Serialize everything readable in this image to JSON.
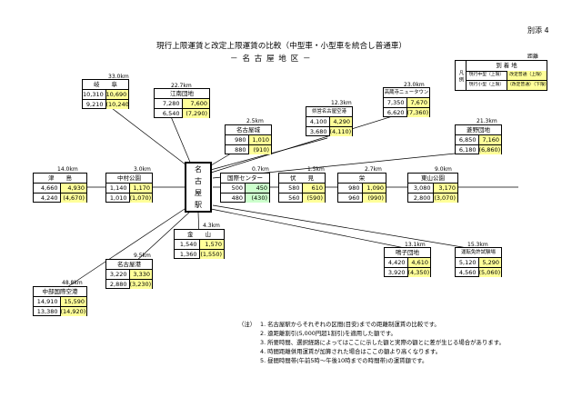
{
  "annex_label": "別添 4",
  "title": "現行上限運賃と改定上限運賃の比較（中型車・小型車を統合し普通車）",
  "subtitle": "－ 名 古 屋 地 区 －",
  "center_station": [
    "名",
    "古",
    "屋",
    "駅"
  ],
  "legend": {
    "distance_label": "距離",
    "side_label": "凡 例",
    "destination": "到 着 地",
    "row1_current": "現行中型（上限）",
    "row1_new": "改定普通（上限）",
    "row2_current": "現行小型（上限）",
    "row2_new": "（改定普通）（下限）"
  },
  "destinations": [
    {
      "id": "gifu",
      "name": "岐　　阜",
      "distance": "33.0km",
      "fares": [
        [
          "10,310",
          "10,690"
        ],
        [
          "9,210",
          "(10,240)"
        ]
      ]
    },
    {
      "id": "konan",
      "name": "江南団地",
      "distance": "22.7km",
      "fares": [
        [
          "7,280",
          "7,600"
        ],
        [
          "6,540",
          "(7,290)"
        ]
      ]
    },
    {
      "id": "nagoya-castle",
      "name": "名古屋城",
      "distance": "2.5km",
      "fares": [
        [
          "980",
          "1,010"
        ],
        [
          "880",
          "(910)"
        ]
      ]
    },
    {
      "id": "prefectural-airport",
      "name": "県営名古屋空港",
      "distance": "12.3km",
      "fares": [
        [
          "4,100",
          "4,290"
        ],
        [
          "3,680",
          "(4,110)"
        ]
      ]
    },
    {
      "id": "kozoji",
      "name": "高蔵寺ニュータウン",
      "distance": "23.0km",
      "fares": [
        [
          "7,350",
          "7,670"
        ],
        [
          "6,620",
          "(7,360)"
        ]
      ]
    },
    {
      "id": "ryokuchi",
      "name": "菱野団地",
      "distance": "21.3km",
      "fares": [
        [
          "6,850",
          "7,160"
        ],
        [
          "6,180",
          "(6,860)"
        ]
      ]
    },
    {
      "id": "tsushima",
      "name": "津　　島",
      "distance": "14.0km",
      "fares": [
        [
          "4,660",
          "4,930"
        ],
        [
          "4,240",
          "(4,670)"
        ]
      ]
    },
    {
      "id": "nakamura",
      "name": "中村公園",
      "distance": "3.0km",
      "fares": [
        [
          "1,140",
          "1,170"
        ],
        [
          "1,010",
          "(1,070)"
        ]
      ]
    },
    {
      "id": "kokusai",
      "name": "国際センター",
      "distance": "0.7km",
      "fares": [
        [
          "500",
          "450"
        ],
        [
          "480",
          "(430)"
        ]
      ]
    },
    {
      "id": "fushimi",
      "name": "伏　　見",
      "distance": "1.5km",
      "fares": [
        [
          "580",
          "610"
        ],
        [
          "560",
          "(590)"
        ]
      ]
    },
    {
      "id": "sakae",
      "name": "栄",
      "distance": "2.7km",
      "fares": [
        [
          "980",
          "1,090"
        ],
        [
          "960",
          "(990)"
        ]
      ]
    },
    {
      "id": "higashiyama",
      "name": "東山公園",
      "distance": "9.0km",
      "fares": [
        [
          "3,080",
          "3,170"
        ],
        [
          "2,800",
          "(3,070)"
        ]
      ]
    },
    {
      "id": "kanayama",
      "name": "金　　山",
      "distance": "4.3km",
      "fares": [
        [
          "1,540",
          "1,570"
        ],
        [
          "1,360",
          "(1,550)"
        ]
      ]
    },
    {
      "id": "nagoya-port",
      "name": "名古屋港",
      "distance": "9.5km",
      "fares": [
        [
          "3,220",
          "3,330"
        ],
        [
          "2,880",
          "(3,230)"
        ]
      ]
    },
    {
      "id": "narumi",
      "name": "鳴子団地",
      "distance": "13.1km",
      "fares": [
        [
          "4,420",
          "4,610"
        ],
        [
          "3,920",
          "(4,350)"
        ]
      ]
    },
    {
      "id": "driving-school",
      "name": "運転免許試験場",
      "distance": "15.3km",
      "fares": [
        [
          "5,120",
          "5,290"
        ],
        [
          "4,560",
          "(5,060)"
        ]
      ]
    },
    {
      "id": "centrair",
      "name": "中部国際空港",
      "distance": "48.8km",
      "fares": [
        [
          "14,910",
          "15,590"
        ],
        [
          "13,380",
          "(14,920)"
        ]
      ]
    }
  ],
  "notes": {
    "label": "（注）",
    "items": [
      "1. 名古屋駅からそれぞれの区間(目安)までの距離制運賃の比較です。",
      "2. 遠距離割引(5,000円超1割引)を適用した額です。",
      "3. 所要時間、選択経路によってはここに示した額と実際の額とに差が生じる場合があります。",
      "4. 時間距離併用運賃が加算された場合はここの額より高くなります。",
      "5. 昼間時間帯(午前5時～午後10時までの時間帯)の運賃額です。"
    ]
  }
}
